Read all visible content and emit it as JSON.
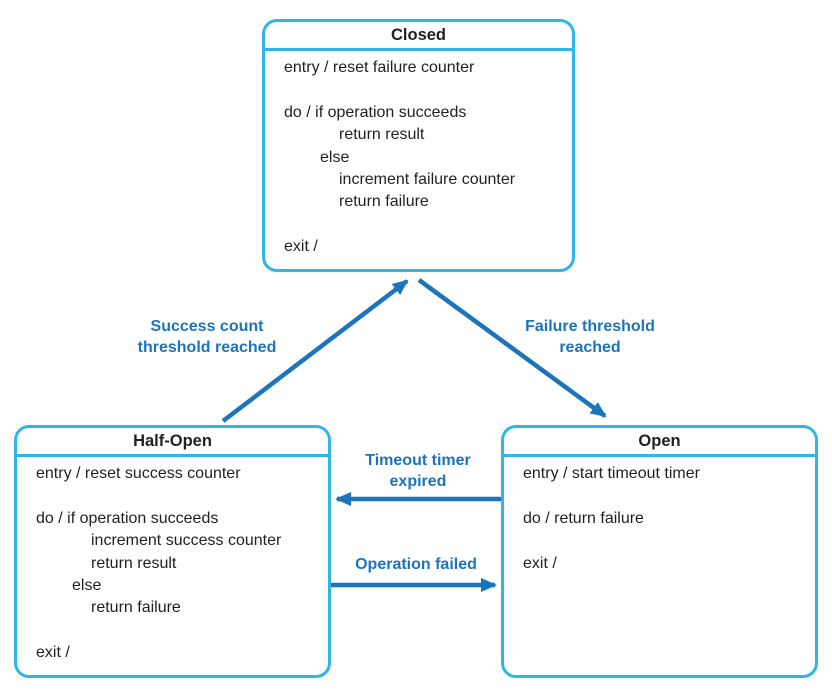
{
  "diagram_type": "state-machine",
  "colors": {
    "state_border": "#31b4e7",
    "arrow": "#1c74ba",
    "transition_label_text": "#1c74ba",
    "state_text": "#231f20",
    "background": "#ffffff"
  },
  "states": [
    {
      "title": "Closed",
      "lines": [
        "entry / reset failure counter",
        "",
        "do / if operation succeeds",
        "return result",
        "else",
        "increment failure counter",
        "return failure",
        "",
        "exit /"
      ]
    },
    {
      "title": "Half-Open",
      "lines": [
        "entry / reset success counter",
        "",
        "do / if operation succeeds",
        "increment success counter",
        "return result",
        "else",
        "return failure",
        "",
        "exit /"
      ]
    },
    {
      "title": "Open",
      "lines": [
        "entry / start timeout timer",
        "",
        "do / return failure",
        "",
        "exit /"
      ]
    }
  ],
  "transitions": [
    {
      "from": "Half-Open",
      "to": "Closed",
      "label": [
        "Success count",
        "threshold reached"
      ]
    },
    {
      "from": "Closed",
      "to": "Open",
      "label": [
        "Failure threshold",
        "reached"
      ]
    },
    {
      "from": "Open",
      "to": "Half-Open",
      "label": [
        "Timeout timer",
        "expired"
      ]
    },
    {
      "from": "Half-Open",
      "to": "Open",
      "label": [
        "Operation failed"
      ]
    }
  ]
}
